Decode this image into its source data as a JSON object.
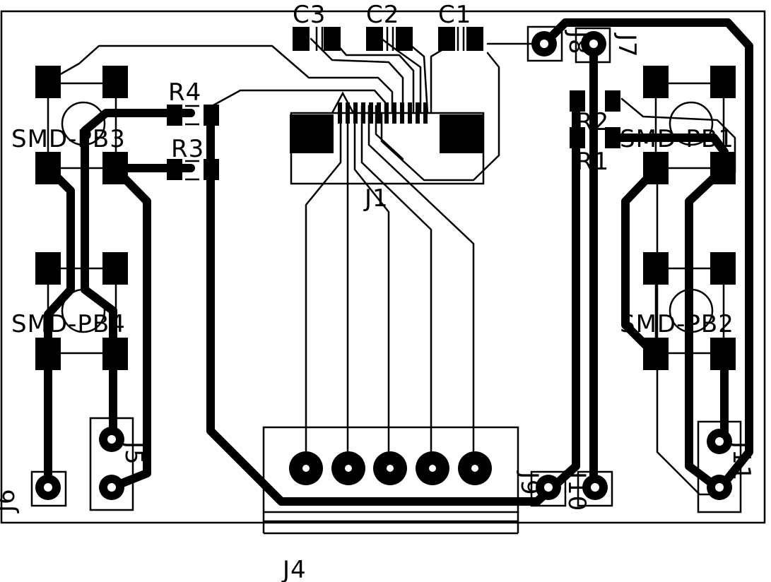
{
  "board": {
    "labels": {
      "c3": "C3",
      "c2": "C2",
      "c1": "C1",
      "r4": "R4",
      "r3": "R3",
      "r2": "R2",
      "r1": "R1",
      "j1": "J1",
      "j4": "J4",
      "j5": "J5",
      "j6": "J6",
      "j7": "J7",
      "j8": "J8",
      "j9": "J9",
      "j10": "J10",
      "j11": "J11",
      "pb1": "SMD-PB1",
      "pb2": "SMD-PB2",
      "pb3": "SMD-PB3",
      "pb4": "SMD-PB4"
    }
  }
}
